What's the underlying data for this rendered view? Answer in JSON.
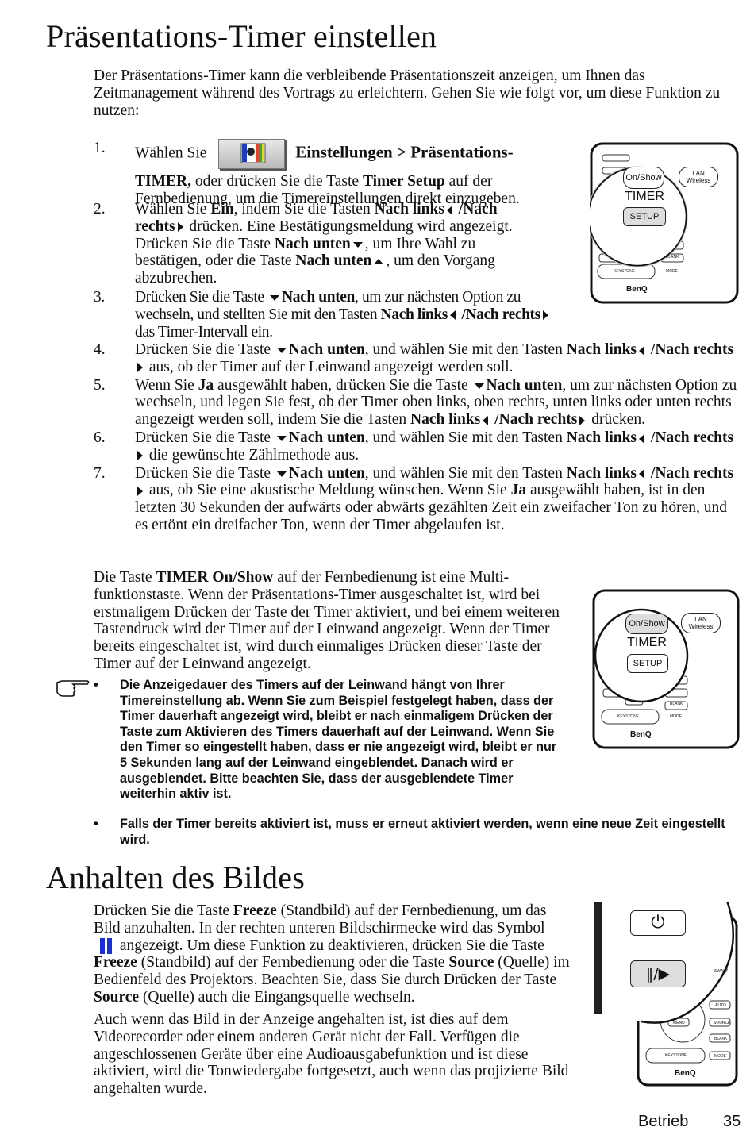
{
  "section1": {
    "title": "Präsentations-Timer einstellen",
    "intro": "Der Präsentations-Timer kann die verbleibende Präsentationszeit anzeigen, um Ihnen das Zeitmanagement während des Vortrags zu erleichtern. Gehen Sie wie folgt vor, um diese Funktion zu nutzen:",
    "steps": {
      "s1_num": "1.",
      "s1_a": "Wählen Sie",
      "s1_b": "Einstellungen > Präsentations-",
      "s1_c": "TIMER,",
      "s1_d": " oder drücken Sie die Taste ",
      "s1_e": "Timer Setup",
      "s1_f": " auf der Fernbedienung, um die Timereinstellungen direkt einzugeben.",
      "s2_num": "2.",
      "s2_a": "Wählen Sie ",
      "s2_b": "Ein",
      "s2_c": ", indem Sie die Tasten ",
      "s2_d": "Nach links",
      "s2_e": " /Nach rechts",
      "s2_f": " drücken. Eine Bestätigungsmeldung wird angezeigt. Drücken Sie die Taste ",
      "s2_g": "Nach unten",
      "s2_h": ", um Ihre Wahl zu bestätigen, oder die Taste ",
      "s2_i": "Nach unten",
      "s2_j": ", um den Vorgang abzubrechen.",
      "s3_num": "3.",
      "s3_a": "Drücken Sie die Taste ",
      "s3_b": "Nach unten",
      "s3_c": ", um zur nächsten Option zu wechseln, und stellten Sie mit den Tasten ",
      "s3_d": "Nach links",
      "s3_e": " /Nach rechts",
      "s3_f": " das Timer-Intervall ein.",
      "s4_num": "4.",
      "s4_a": "Drücken Sie die Taste ",
      "s4_b": "Nach unten",
      "s4_c": ", und wählen Sie mit den Tasten ",
      "s4_d": "Nach links",
      "s4_e": " /Nach rechts",
      "s4_f": " aus, ob der Timer auf der Leinwand angezeigt werden soll.",
      "s5_num": "5.",
      "s5_a": "Wenn Sie ",
      "s5_b": "Ja",
      "s5_c": " ausgewählt haben, drücken Sie die Taste ",
      "s5_d": "Nach unten",
      "s5_e": ", um zur nächsten Option zu wechseln, und legen Sie fest, ob der Timer oben links, oben rechts, unten links oder unten rechts angezeigt werden soll, indem Sie die Tasten ",
      "s5_f": "Nach links",
      "s5_g": " /Nach rechts",
      "s5_h": " drücken.",
      "s6_num": "6.",
      "s6_a": "Drücken Sie die Taste ",
      "s6_b": "Nach unten",
      "s6_c": ", und wählen Sie mit den Tasten ",
      "s6_d": "Nach links",
      "s6_e": " /Nach rechts",
      "s6_f": " die gewünschte Zählmethode aus.",
      "s7_num": "7.",
      "s7_a": "Drücken Sie die Taste ",
      "s7_b": "Nach unten",
      "s7_c": ", und wählen Sie mit den Tasten ",
      "s7_d": "Nach links",
      "s7_e": " /Nach rechts",
      "s7_f": " aus, ob Sie eine akustische Meldung wünschen. Wenn Sie ",
      "s7_g": "Ja",
      "s7_h": " ausgewählt haben, ist in den letzten 30 Sekunden der aufwärts oder abwärts gezählten Zeit ein zweifacher Ton zu hören, und es ertönt ein dreifacher Ton, wenn der Timer abgelaufen ist."
    },
    "multi_a": "Die Taste ",
    "multi_b": "TIMER On/Show",
    "multi_c": " auf der Fernbedienung ist eine Multi-funktionstaste. Wenn der Präsentations-Timer ausgeschaltet ist, wird bei erstmaligem Drücken der Taste der Timer aktiviert, und bei einem weiteren Tastendruck wird der Timer auf der Leinwand angezeigt. Wenn der Timer bereits eingeschaltet ist, wird durch einmaliges Drücken dieser Taste der Timer auf der Leinwand angezeigt.",
    "note1": "Die Anzeigedauer des Timers auf der Leinwand hängt von Ihrer Timereinstellung ab. Wenn Sie zum Beispiel festgelegt haben, dass der Timer dauerhaft angezeigt wird, bleibt er nach einmaligem Drücken der Taste zum Aktivieren des Timers dauerhaft auf der Leinwand. Wenn Sie den Timer so eingestellt haben, dass er nie angezeigt wird, bleibt er nur 5 Sekunden lang auf der Leinwand eingeblendet. Danach wird er ausgeblendet. Bitte beachten Sie, dass der ausgeblendete Timer weiterhin aktiv ist.",
    "note2": "Falls der Timer bereits aktiviert ist, muss er erneut aktiviert werden, wenn eine neue Zeit eingestellt wird.",
    "bullet": "•"
  },
  "remote": {
    "on_show": "On/Show",
    "lan": "LAN",
    "wireless": "Wireless",
    "timer": "TIMER",
    "setup": "SETUP",
    "keystone": "KEYSTONE",
    "mode": "MODE",
    "blank": "BLANK",
    "brand": "BenQ",
    "menu": "MENU",
    "source": "SOURCE",
    "auto": "AUTO",
    "swap": "SWAP",
    "freeze_icon": "‖/▶",
    "power_icon": "⏻"
  },
  "section2": {
    "title": "Anhalten des Bildes",
    "p1_a": "Drücken Sie die Taste ",
    "p1_b": "Freeze",
    "p1_c": " (Standbild) auf der Fernbedienung, um das Bild anzuhalten. In der rechten unteren Bildschirmecke wird das Symbol",
    "p1_d": " angezeigt. Um diese Funktion zu deaktivieren, drücken Sie die Taste ",
    "p1_e": "Freeze",
    "p1_f": " (Standbild) auf der Fernbedienung oder die Taste ",
    "p1_g": "Source",
    "p1_h": " (Quelle) im Bedienfeld des Projektors. Beachten Sie, dass Sie durch Drücken der Taste ",
    "p1_i": "Source",
    "p1_j": " (Quelle) auch die Eingangsquelle wechseln.",
    "p2": "Auch wenn das Bild in der Anzeige angehalten ist, ist dies auf dem Videorecorder oder einem anderen Gerät nicht der Fall. Verfügen die angeschlossenen Geräte über eine Audioausgabefunktion und ist diese aktiviert, wird die Tonwiedergabe fortgesetzt, auch wenn das projizierte Bild angehalten wurde."
  },
  "footer": {
    "section": "Betrieb",
    "page": "35"
  },
  "colors": {
    "freeze_symbol": "#1a2fd6",
    "text": "#111111"
  }
}
